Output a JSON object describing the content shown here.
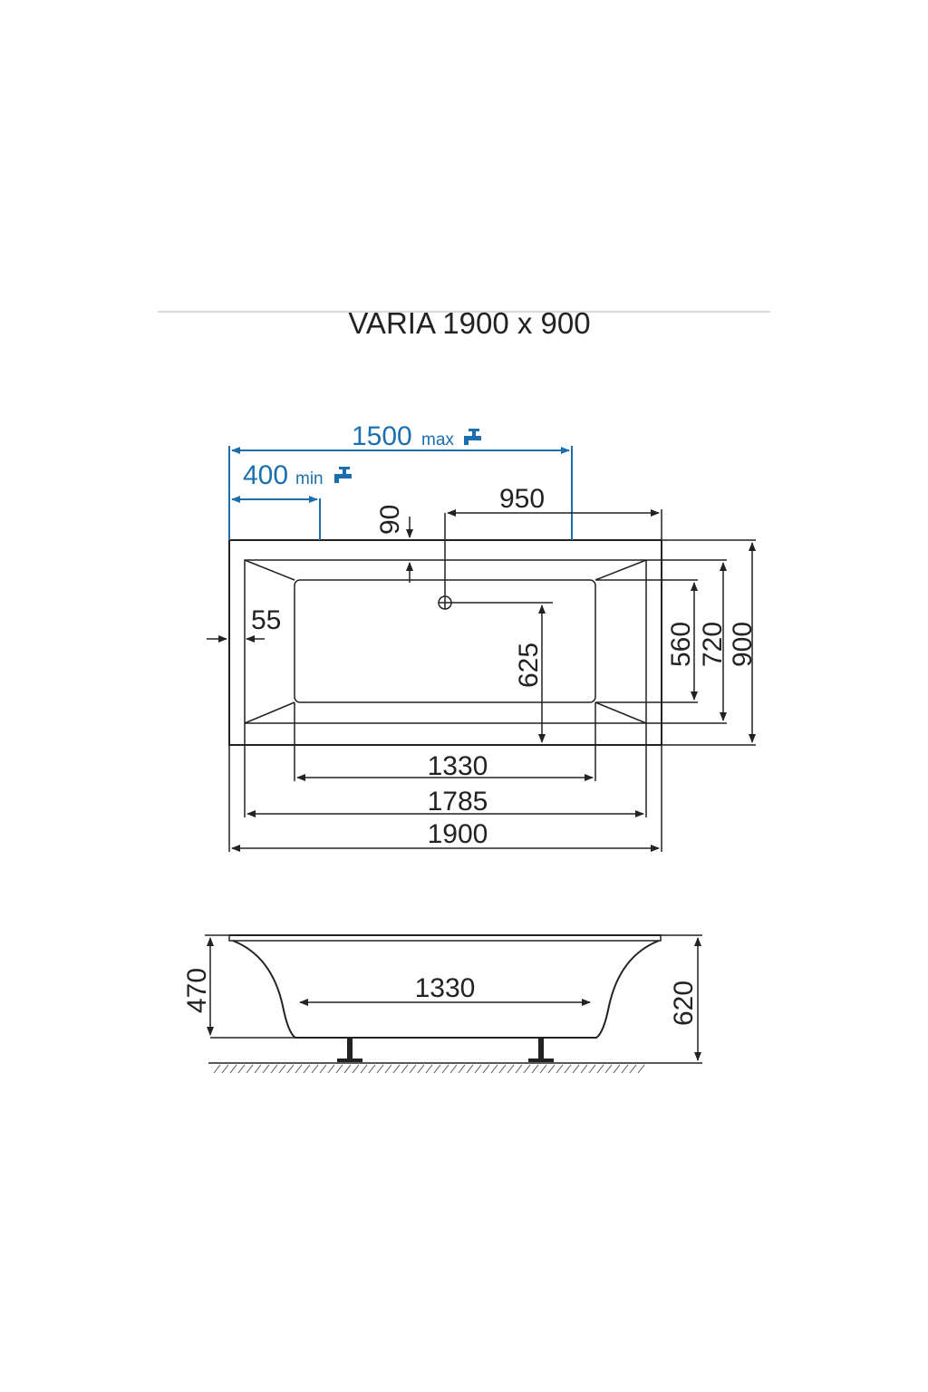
{
  "title": "VARIA 1900 x 900",
  "top_view": {
    "faucet_max": {
      "value": "1500",
      "unit": "max"
    },
    "faucet_min": {
      "value": "400",
      "unit": "min"
    },
    "drain_offset_top": "90",
    "drain_distance": "950",
    "rim_width": "55",
    "drain_to_edge": "625",
    "inner_bottom_width": "560",
    "inner_top_width": "720",
    "overall_width": "900",
    "inner_bottom_length": "1330",
    "inner_top_length": "1785",
    "overall_length": "1900"
  },
  "side_view": {
    "bottom_length": "1330",
    "tub_height": "470",
    "total_height": "620"
  },
  "colors": {
    "line": "#222222",
    "accent_blue": "#1b6fae"
  },
  "icons": [
    "faucet-icon",
    "drain-icon",
    "floor-hatch"
  ]
}
